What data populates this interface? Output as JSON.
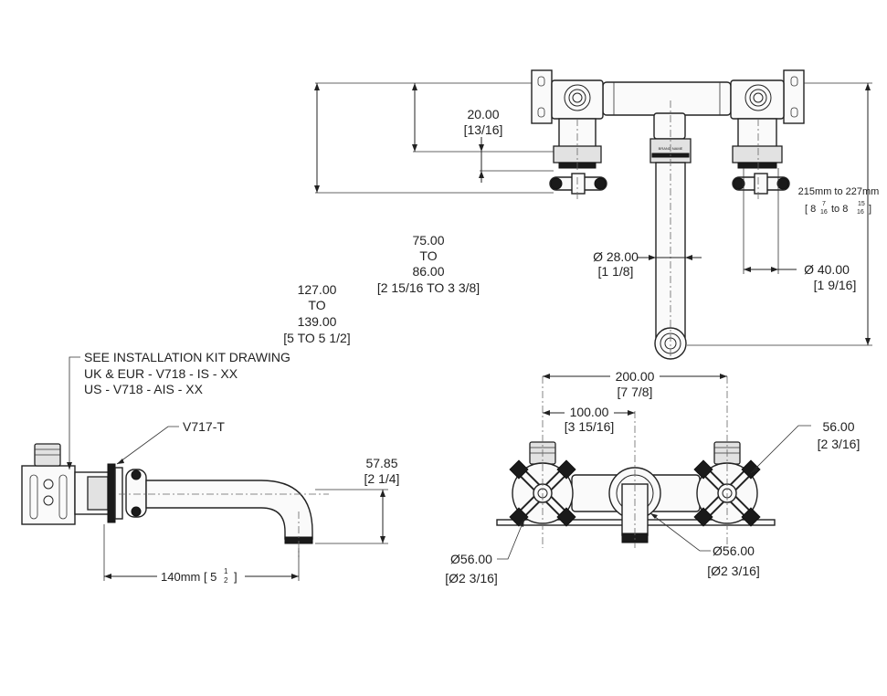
{
  "colors": {
    "line": "#222222",
    "background": "#ffffff",
    "fill_dark": "#1a1a1a",
    "fill_grey": "#e2e2e2"
  },
  "dimensions": {
    "d20": [
      "20.00",
      "[13/16]"
    ],
    "d75": [
      "75.00",
      "TO",
      "86.00",
      "[2 15/16 TO 3 3/8]"
    ],
    "d127": [
      "127.00",
      "TO",
      "139.00",
      "[5 TO 5 1/2]"
    ],
    "d215": {
      "line1": "215mm to 227mm",
      "open": "[ 8",
      "n1": "7",
      "d1": "16",
      "mid": "to 8",
      "n2": "15",
      "d2": "16",
      "close": "]"
    },
    "d28": [
      "Ø 28.00",
      "[1 1/8]"
    ],
    "d40": [
      "Ø  40.00",
      "[1 9/16]"
    ],
    "d57": [
      "57.85",
      "[2 1/4]"
    ],
    "d140": {
      "text": "140mm [ 5",
      "n": "1",
      "d": "2",
      "close": "]"
    },
    "d200": [
      "200.00",
      "[7 7/8]"
    ],
    "d100": [
      "100.00",
      "[3 15/16]"
    ],
    "d56": [
      "56.00",
      "[2 3/16]"
    ],
    "d56dia_left": [
      "Ø56.00",
      "[Ø2 3/16]"
    ],
    "d56dia_right": [
      "Ø56.00",
      "[Ø2 3/16]"
    ]
  },
  "notes": {
    "install": [
      "SEE INSTALLATION KIT DRAWING",
      "UK & EUR - V718 - IS - XX",
      "US - V718 - AIS - XX"
    ],
    "part_ref": "V717-T",
    "spout_label": "BRAND NAME"
  },
  "icons": [
    "cross-handle-icon",
    "mounting-plate-icon",
    "spout-outlet-icon"
  ]
}
